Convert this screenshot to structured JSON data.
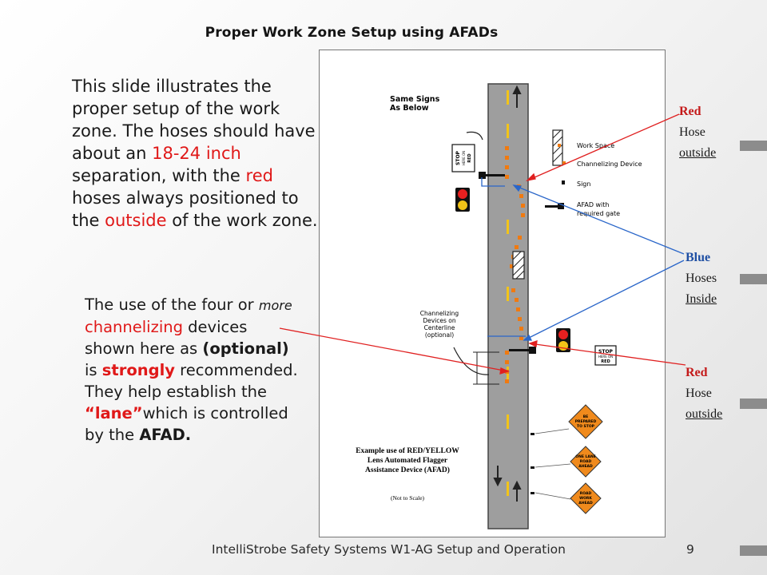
{
  "slide": {
    "title": "Proper Work Zone Setup using AFADs",
    "intro": {
      "part1": "This slide illustrates the proper setup of the work zone. The hoses should have about an ",
      "separation": "18-24 inch",
      "part2": " separation, with the ",
      "red_word": "red",
      "part3": " hoses always positioned to the ",
      "outside_word": "outside",
      "part4": " of the work zone."
    },
    "detail": {
      "part1": "The use of the four or ",
      "more_word": "more",
      "space": " ",
      "channelizing_word": "channelizing",
      "part2": " devices shown here as ",
      "optional_word": "(optional)",
      "part3": " is ",
      "strongly_word": "strongly",
      "part4": " recommended.  They help establish the ",
      "lane_word": "“lane”",
      "part5": "which is controlled by the ",
      "afad_word": "AFAD."
    }
  },
  "callouts": {
    "red_top": {
      "color_word": "Red",
      "word": "Hose",
      "placement": "outside"
    },
    "blue_mid": {
      "color_word": "Blue",
      "word": "Hoses",
      "placement": "Inside"
    },
    "red_bottom": {
      "color_word": "Red",
      "word": "Hose",
      "placement": "outside"
    }
  },
  "figure": {
    "same_signs_line1": "Same Signs",
    "same_signs_line2": "As Below",
    "legend": {
      "work_space": "Work Space",
      "channelizing_device": "Channelizing Device",
      "sign": "Sign",
      "afad_line1": "AFAD with",
      "afad_line2": "required gate"
    },
    "centerline_note": [
      "Channelizing",
      "Devices on",
      "Centerline",
      "(optional)"
    ],
    "caption": [
      "Example use of RED/YELLOW",
      "Lens Automated Flagger",
      "Assistance Device (AFAD)"
    ],
    "scale_note": "(Not to Scale)",
    "stop_sign_top": {
      "line1": "STOP",
      "line2": "HERE ON",
      "line3": "RED"
    },
    "stop_sign_bottom": {
      "line1": "STOP",
      "line2": "HERE ON",
      "line3": "RED"
    },
    "diamond_signs": [
      {
        "line1": "BE",
        "line2": "PREPARED",
        "line3": "TO STOP"
      },
      {
        "line1": "ONE LANE",
        "line2": "ROAD",
        "line3": "AHEAD"
      },
      {
        "line1": "ROAD",
        "line2": "WORK",
        "line3": "AHEAD"
      }
    ],
    "colors": {
      "road": "#9e9e9e",
      "centerline": "#f2c418",
      "device": "#f07a10",
      "red_line": "#e02020",
      "blue_line": "#2a66c9",
      "sign_orange": "#f08a1c"
    }
  },
  "footer": {
    "text": "IntelliStrobe Safety Systems W1-AG Setup and Operation",
    "page": "9"
  }
}
